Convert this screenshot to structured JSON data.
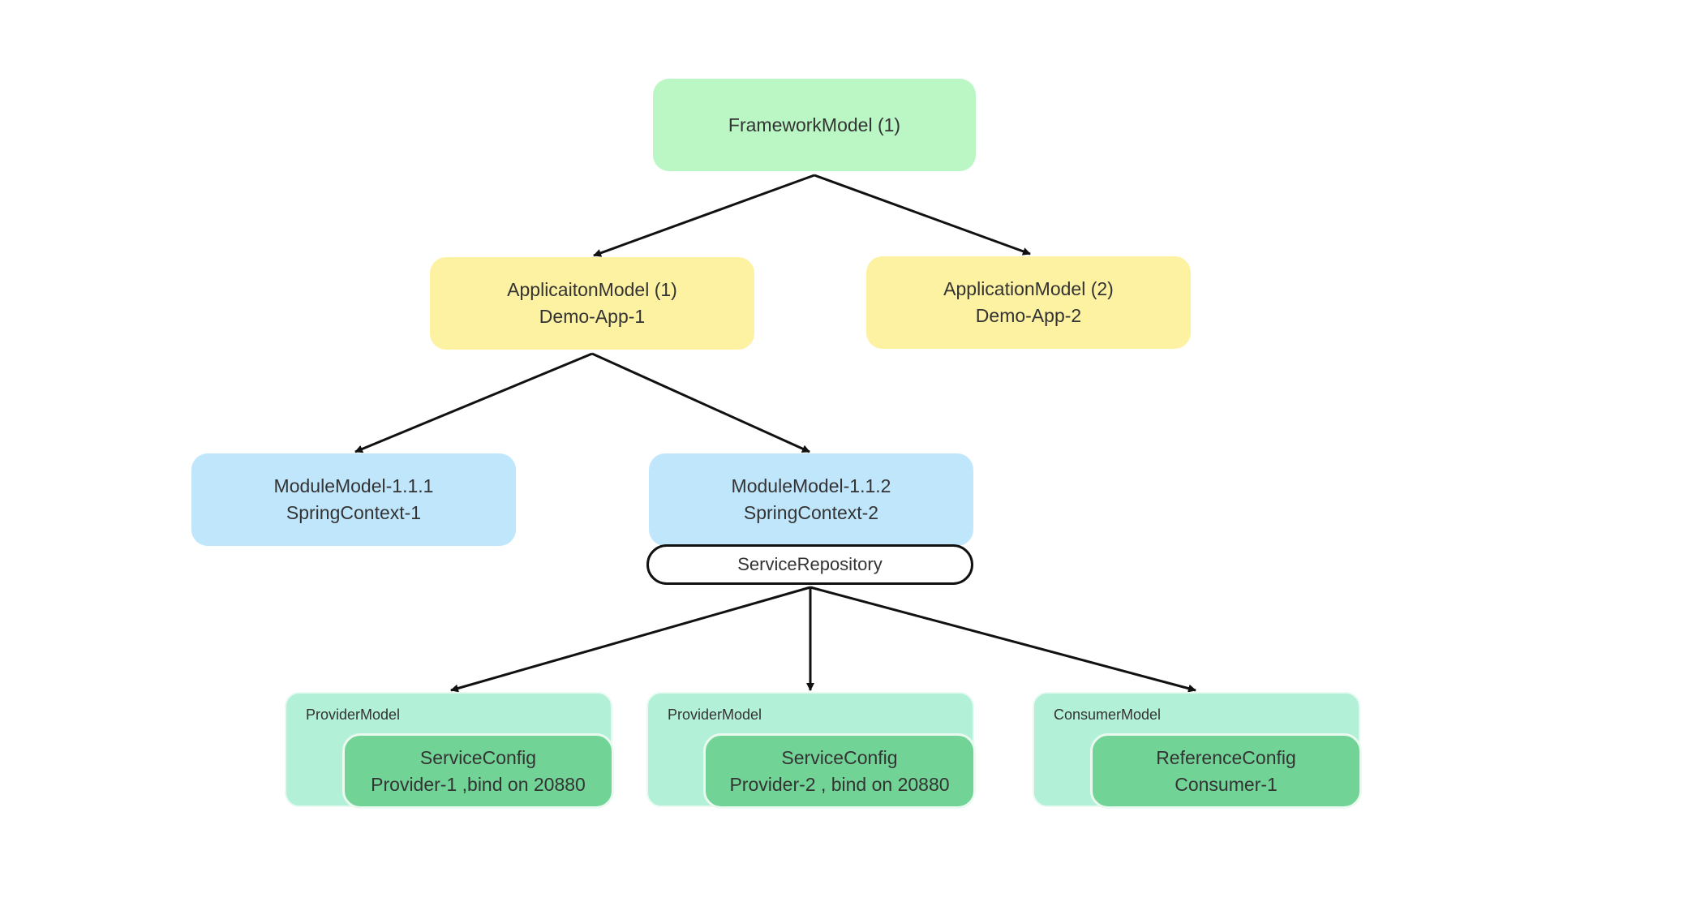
{
  "nodes": {
    "framework": {
      "lines": [
        "FrameworkModel (1)"
      ]
    },
    "app1": {
      "lines": [
        "ApplicaitonModel (1)",
        "Demo-App-1"
      ]
    },
    "app2": {
      "lines": [
        "ApplicationModel (2)",
        "Demo-App-2"
      ]
    },
    "mod1": {
      "lines": [
        "ModuleModel-1.1.1",
        "SpringContext-1"
      ]
    },
    "mod2": {
      "lines": [
        "ModuleModel-1.1.2",
        "SpringContext-2"
      ]
    },
    "repo": {
      "label": "ServiceRepository"
    },
    "prov1": {
      "outer_label": "ProviderModel",
      "lines": [
        "ServiceConfig",
        "Provider-1 ,bind on 20880"
      ]
    },
    "prov2": {
      "outer_label": "ProviderModel",
      "lines": [
        "ServiceConfig",
        "Provider-2 , bind on 20880"
      ]
    },
    "cons1": {
      "outer_label": "ConsumerModel",
      "lines": [
        "ReferenceConfig",
        "Consumer-1"
      ]
    }
  },
  "edges": [
    {
      "from": "framework",
      "to": "app1"
    },
    {
      "from": "framework",
      "to": "app2"
    },
    {
      "from": "app1",
      "to": "mod1"
    },
    {
      "from": "app1",
      "to": "mod2"
    },
    {
      "from": "repo",
      "to": "prov1"
    },
    {
      "from": "repo",
      "to": "prov2"
    },
    {
      "from": "repo",
      "to": "cons1"
    }
  ],
  "colors": {
    "framework_fill": "#baf7c4",
    "application_fill": "#fdf1a2",
    "module_fill": "#c0e6fc",
    "model_outer_fill": "#b2f0d8",
    "config_inner_fill": "#72d396",
    "edge_stroke": "#111111",
    "text": "#333333"
  }
}
